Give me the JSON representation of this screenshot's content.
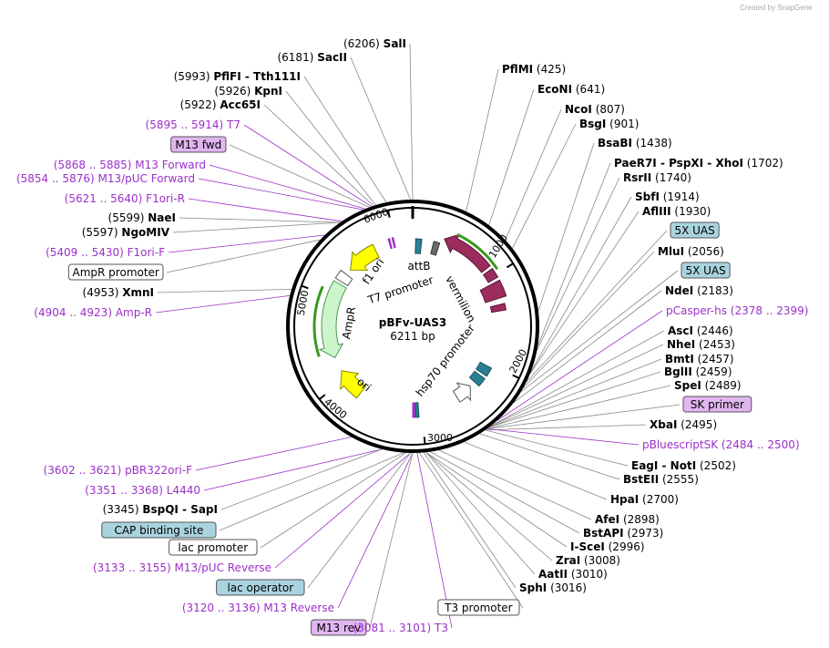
{
  "credit": "Created by SnapGene",
  "plasmid": {
    "name": "pBFv-UAS3",
    "size": "6211 bp"
  },
  "colors": {
    "primer": "#9b30c9",
    "leader": "#888888",
    "uas_box": "#a9d4df",
    "primer_box": "#e0b6f0"
  },
  "ticks": [
    "1000",
    "2000",
    "3000",
    "4000",
    "5000",
    "6000"
  ],
  "features_on_map": [
    "attB",
    "vermilion",
    "f1 ori",
    "T7 promoter",
    "AmpR",
    "ori",
    "hsp70 promoter"
  ],
  "labels": [
    {
      "pos": "(6206)",
      "name": "SalI",
      "kind": "enzyme"
    },
    {
      "pos": "(6181)",
      "name": "SacII",
      "kind": "enzyme"
    },
    {
      "pos": "(5993)",
      "name": "PflFI  -  Tth111I",
      "kind": "enzyme"
    },
    {
      "pos": "(5926)",
      "name": "KpnI",
      "kind": "enzyme"
    },
    {
      "pos": "(5922)",
      "name": "Acc65I",
      "kind": "enzyme"
    },
    {
      "pos": "(5895 .. 5914)",
      "name": "T7",
      "kind": "primer"
    },
    {
      "pos": "",
      "name": "M13 fwd",
      "kind": "primer-box"
    },
    {
      "pos": "(5868 .. 5885)",
      "name": "M13 Forward",
      "kind": "primer"
    },
    {
      "pos": "(5854 .. 5876)",
      "name": "M13/pUC Forward",
      "kind": "primer"
    },
    {
      "pos": "(5621 .. 5640)",
      "name": "F1ori-R",
      "kind": "primer"
    },
    {
      "pos": "(5599)",
      "name": "NaeI",
      "kind": "enzyme"
    },
    {
      "pos": "(5597)",
      "name": "NgoMIV",
      "kind": "enzyme"
    },
    {
      "pos": "(5409 .. 5430)",
      "name": "F1ori-F",
      "kind": "primer"
    },
    {
      "pos": "",
      "name": "AmpR promoter",
      "kind": "feature-box"
    },
    {
      "pos": "(4953)",
      "name": "XmnI",
      "kind": "enzyme"
    },
    {
      "pos": "(4904 .. 4923)",
      "name": "Amp-R",
      "kind": "primer"
    },
    {
      "pos": "(3602 .. 3621)",
      "name": "pBR322ori-F",
      "kind": "primer"
    },
    {
      "pos": "(3351 .. 3368)",
      "name": "L4440",
      "kind": "primer"
    },
    {
      "pos": "(3345)",
      "name": "BspQI  -  SapI",
      "kind": "enzyme"
    },
    {
      "pos": "",
      "name": "CAP binding site",
      "kind": "uas-box"
    },
    {
      "pos": "",
      "name": "lac promoter",
      "kind": "feature-box"
    },
    {
      "pos": "(3133 .. 3155)",
      "name": "M13/pUC Reverse",
      "kind": "primer"
    },
    {
      "pos": "",
      "name": "lac operator",
      "kind": "uas-box"
    },
    {
      "pos": "(3120 .. 3136)",
      "name": "M13 Reverse",
      "kind": "primer"
    },
    {
      "pos": "",
      "name": "M13 rev",
      "kind": "primer-box"
    },
    {
      "pos": "(3081 .. 3101)",
      "name": "T3",
      "kind": "primer"
    },
    {
      "pos": "",
      "name": "T3 promoter",
      "kind": "feature-box"
    },
    {
      "pos": "(425)",
      "name": "PflMI",
      "kind": "enzyme"
    },
    {
      "pos": "(641)",
      "name": "EcoNI",
      "kind": "enzyme"
    },
    {
      "pos": "(807)",
      "name": "NcoI",
      "kind": "enzyme"
    },
    {
      "pos": "(901)",
      "name": "BsgI",
      "kind": "enzyme"
    },
    {
      "pos": "(1438)",
      "name": "BsaBI",
      "kind": "enzyme"
    },
    {
      "pos": "(1702)",
      "name": "PaeR7I  -  PspXI  -  XhoI",
      "kind": "enzyme"
    },
    {
      "pos": "(1740)",
      "name": "RsrII",
      "kind": "enzyme"
    },
    {
      "pos": "(1914)",
      "name": "SbfI",
      "kind": "enzyme"
    },
    {
      "pos": "(1930)",
      "name": "AflIII",
      "kind": "enzyme"
    },
    {
      "pos": "",
      "name": "5X UAS",
      "kind": "uas-box"
    },
    {
      "pos": "(2056)",
      "name": "MluI",
      "kind": "enzyme"
    },
    {
      "pos": "",
      "name": "5X UAS",
      "kind": "uas-box"
    },
    {
      "pos": "(2183)",
      "name": "NdeI",
      "kind": "enzyme"
    },
    {
      "pos": "(2378 .. 2399)",
      "name": "pCasper-hs",
      "kind": "primer"
    },
    {
      "pos": "(2446)",
      "name": "AscI",
      "kind": "enzyme"
    },
    {
      "pos": "(2453)",
      "name": "NheI",
      "kind": "enzyme"
    },
    {
      "pos": "(2457)",
      "name": "BmtI",
      "kind": "enzyme"
    },
    {
      "pos": "(2459)",
      "name": "BglII",
      "kind": "enzyme"
    },
    {
      "pos": "(2489)",
      "name": "SpeI",
      "kind": "enzyme"
    },
    {
      "pos": "",
      "name": "SK primer",
      "kind": "primer-box"
    },
    {
      "pos": "(2495)",
      "name": "XbaI",
      "kind": "enzyme"
    },
    {
      "pos": "(2484 .. 2500)",
      "name": "pBluescriptSK",
      "kind": "primer"
    },
    {
      "pos": "(2502)",
      "name": "EagI  -  NotI",
      "kind": "enzyme"
    },
    {
      "pos": "(2555)",
      "name": "BstEII",
      "kind": "enzyme"
    },
    {
      "pos": "(2700)",
      "name": "HpaI",
      "kind": "enzyme"
    },
    {
      "pos": "(2898)",
      "name": "AfeI",
      "kind": "enzyme"
    },
    {
      "pos": "(2973)",
      "name": "BstAPI",
      "kind": "enzyme"
    },
    {
      "pos": "(2996)",
      "name": "I-SceI",
      "kind": "enzyme"
    },
    {
      "pos": "(3008)",
      "name": "ZraI",
      "kind": "enzyme"
    },
    {
      "pos": "(3010)",
      "name": "AatII",
      "kind": "enzyme"
    },
    {
      "pos": "(3016)",
      "name": "SphI",
      "kind": "enzyme"
    }
  ]
}
